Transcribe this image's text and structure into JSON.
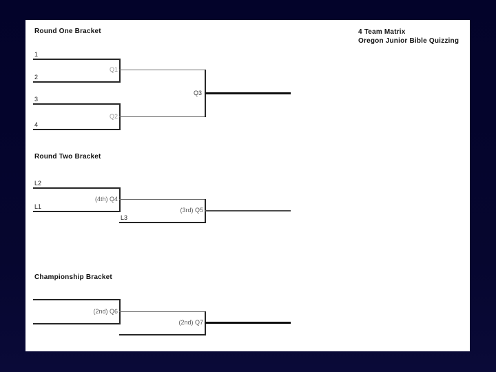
{
  "slide": {
    "header": {
      "line1": "4 Team Matrix",
      "line2": "Oregon Junior Bible Quizzing"
    }
  },
  "sections": {
    "round_one": {
      "title": "Round One Bracket",
      "seeds": [
        "1",
        "2",
        "3",
        "4"
      ],
      "matches": {
        "q1": "Q1",
        "q2": "Q2",
        "q3": "Q3"
      }
    },
    "round_two": {
      "title": "Round Two Bracket",
      "entrants": [
        "L2",
        "L1",
        "L3"
      ],
      "matches": {
        "q4": "(4th) Q4",
        "q5": "(3rd) Q5"
      }
    },
    "championship": {
      "title": "Championship Bracket",
      "matches": {
        "q6": "(2nd) Q6",
        "q7": "(2nd) Q7"
      }
    }
  },
  "colors": {
    "background": "#04042c",
    "page": "#ffffff",
    "team_line": "#262626",
    "connector_line": "#6b6b6b",
    "winner_line": "#0f0f0f",
    "label_gray": "#979797",
    "label_dark": "#3c3c3c",
    "text": "#111111"
  }
}
